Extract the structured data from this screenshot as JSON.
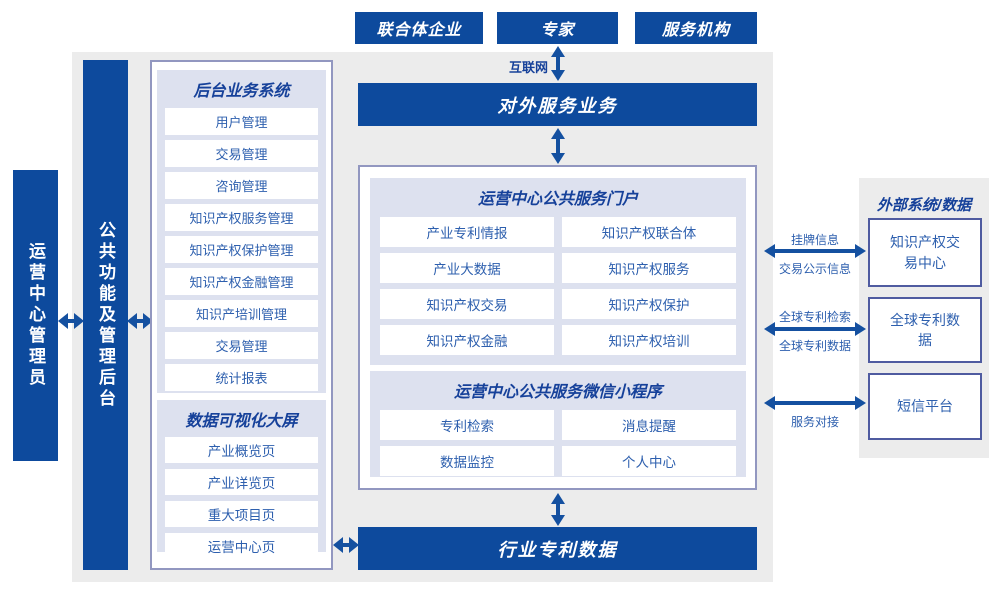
{
  "colors": {
    "primary": "#0d4a9d",
    "arrow": "#1450a0",
    "panel": "#dde1ef",
    "item_text": "#2d5fae",
    "header_text": "#16419a",
    "border": "#9297c0",
    "ext_border": "#4f5ba0",
    "bg": "#ececec"
  },
  "top_actors": [
    "联合体企业",
    "专家",
    "服务机构"
  ],
  "internet_label": "互联网",
  "external_service_bar": "对外服务业务",
  "industry_patent_bar": "行业专利数据",
  "left": {
    "admin_bar": "运营中心管理员",
    "function_bar": "公共功能及管理后台",
    "backend_panel": {
      "title": "后台业务系统",
      "items": [
        "用户管理",
        "交易管理",
        "咨询管理",
        "知识产权服务管理",
        "知识产权保护管理",
        "知识产权金融管理",
        "知识产培训管理",
        "交易管理",
        "统计报表"
      ]
    },
    "dashboard_panel": {
      "title": "数据可视化大屏",
      "items": [
        "产业概览页",
        "产业详览页",
        "重大项目页",
        "运营中心页"
      ]
    }
  },
  "center": {
    "portal_panel": {
      "title": "运营中心公共服务门户",
      "items": [
        "产业专利情报",
        "知识产权联合体",
        "产业大数据",
        "知识产权服务",
        "知识产权交易",
        "知识产权保护",
        "知识产权金融",
        "知识产权培训"
      ]
    },
    "miniapp_panel": {
      "title": "运营中心公共服务微信小程序",
      "items": [
        "专利检索",
        "消息提醒",
        "数据监控",
        "个人中心"
      ]
    }
  },
  "right": {
    "title": "外部系统/数据",
    "systems": [
      "知识产权交易中心",
      "全球专利数据",
      "短信平台"
    ],
    "links": [
      {
        "above": "挂牌信息",
        "below": "交易公示信息"
      },
      {
        "above": "全球专利检索",
        "below": "全球专利数据"
      },
      {
        "above": "",
        "below": "服务对接"
      }
    ]
  }
}
